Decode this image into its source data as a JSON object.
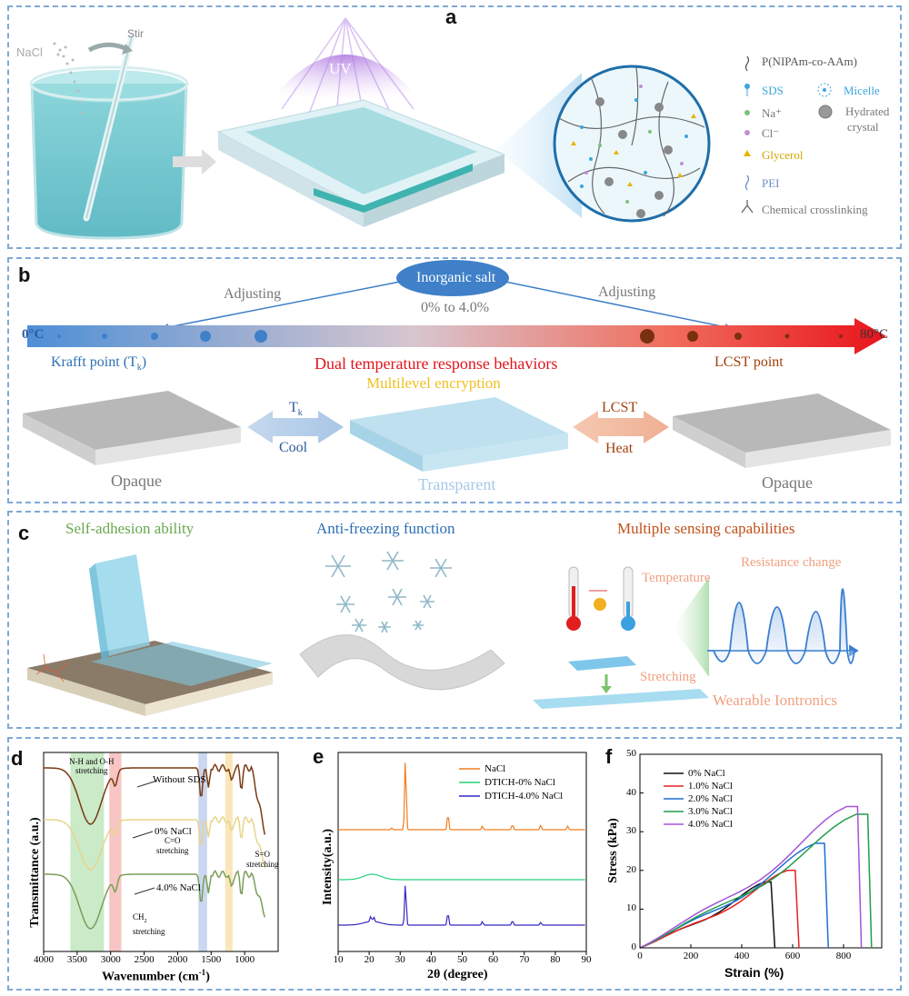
{
  "panel_a": {
    "label": "a",
    "nacl": "NaCl",
    "stir": "Stir",
    "uv": "UV",
    "legend": [
      {
        "text": "P(NIPAm-co-AAm)",
        "color": "#555555"
      },
      {
        "text": "SDS",
        "color": "#3aa6dd"
      },
      {
        "text": "Micelle",
        "color": "#3aa6dd"
      },
      {
        "text": "Na⁺",
        "color": "#777777"
      },
      {
        "text": "Hydrated",
        "color": "#777777"
      },
      {
        "text": "crystal",
        "color": "#777777"
      },
      {
        "text": "Cl⁻",
        "color": "#777777"
      },
      {
        "text": "Glycerol",
        "color": "#d4a500"
      },
      {
        "text": "PEI",
        "color": "#6a8fc0"
      },
      {
        "text": "Chemical crosslinking",
        "color": "#777777"
      }
    ]
  },
  "panel_b": {
    "label": "b",
    "salt": "Inorganic salt",
    "adjust_left": "Adjusting",
    "adjust_right": "Adjusting",
    "range": "0% to 4.0%",
    "t_start": "0°C",
    "t_end": "80°C",
    "krafft": "Krafft point (T",
    "krafft_sub": "k",
    "krafft_end": ")",
    "dual": "Dual temperature response behaviors",
    "lcst_point": "LCST point",
    "multilevel": "Multilevel encryption",
    "tk": "T",
    "tk_sub": "k",
    "cool": "Cool",
    "lcst": "LCST",
    "heat": "Heat",
    "opaque_left": "Opaque",
    "transparent": "Transparent",
    "opaque_right": "Opaque"
  },
  "panel_c": {
    "label": "c",
    "self_adhesion": "Self-adhesion ability",
    "anti_freezing": "Anti-freezing function",
    "multiple": "Multiple sensing capabilities",
    "temperature": "Temperature",
    "resistance": "Resistance change",
    "stretching": "Stretching",
    "wearable": "Wearable Iontronics"
  },
  "panel_d": {
    "label": "d",
    "ylabel": "Transmittance (a.u.)",
    "xlabel": "Wavenumber (cm",
    "xlabel_sup": "-1",
    "xlabel_end": ")",
    "xticks": [
      "4000",
      "3500",
      "3000",
      "2500",
      "2000",
      "1500",
      "1000"
    ],
    "nh_oh": "N-H and O-H",
    "nh_oh2": "stretching",
    "ch2": "CH",
    "ch2_sub": "2",
    "ch2_2": "stretching",
    "co": "C=O",
    "co2": "stretching",
    "so": "S=O",
    "so2": "stretching",
    "series": [
      "Without SDS",
      "0% NaCl",
      "4.0% NaCl"
    ]
  },
  "panel_e": {
    "label": "e",
    "ylabel": "Intensity(a.u.)",
    "xlabel": "2θ (degree)",
    "xticks": [
      "10",
      "20",
      "30",
      "40",
      "50",
      "60",
      "70",
      "80",
      "90"
    ],
    "legend": [
      "NaCl",
      "DTICH-0% NaCl",
      "DTICH-4.0% NaCl"
    ]
  },
  "panel_f": {
    "label": "f",
    "ylabel": "Stress (kPa)",
    "xlabel": "Strain (%)",
    "yticks": [
      "0",
      "10",
      "20",
      "30",
      "40",
      "50"
    ],
    "xticks": [
      "0",
      "200",
      "400",
      "600",
      "800"
    ],
    "legend": [
      "0% NaCl",
      "1.0% NaCl",
      "2.0% NaCl",
      "3.0% NaCl",
      "4.0% NaCl"
    ]
  },
  "chart_data": [
    {
      "type": "line",
      "xlabel": "Wavenumber (cm-1)",
      "ylabel": "Transmittance (a.u.)",
      "xlim": [
        4000,
        500
      ],
      "series": [
        {
          "name": "Without SDS",
          "color": "#7a3a12"
        },
        {
          "name": "0% NaCl",
          "color": "#e8d48a"
        },
        {
          "name": "4.0% NaCl",
          "color": "#7a9e5a"
        }
      ],
      "bands": [
        {
          "label": "N-H and O-H stretching",
          "range": [
            3600,
            3100
          ],
          "color": "#b8e3b5"
        },
        {
          "label": "CH2 stretching",
          "range": [
            3020,
            2840
          ],
          "color": "#f4b3b0"
        },
        {
          "label": "C=O stretching",
          "range": [
            1690,
            1560
          ],
          "color": "#b9c9ec"
        },
        {
          "label": "S=O stretching",
          "range": [
            1290,
            1180
          ],
          "color": "#f7dfa4"
        }
      ]
    },
    {
      "type": "line",
      "xlabel": "2θ (degree)",
      "ylabel": "Intensity(a.u.)",
      "xlim": [
        10,
        90
      ],
      "series": [
        {
          "name": "NaCl",
          "color": "#f07d20",
          "peaks": [
            27.3,
            31.7,
            45.4,
            56.5,
            66.2,
            75.3,
            84
          ]
        },
        {
          "name": "DTICH-0% NaCl",
          "color": "#28d17c",
          "peaks": [
            21.5
          ]
        },
        {
          "name": "DTICH-4.0% NaCl",
          "color": "#3328c4",
          "peaks": [
            20.5,
            21.5,
            31.7,
            45.4,
            56.5,
            66.2,
            75.3
          ]
        }
      ]
    },
    {
      "type": "line",
      "xlabel": "Strain (%)",
      "ylabel": "Stress (kPa)",
      "xlim": [
        0,
        950
      ],
      "ylim": [
        0,
        50
      ],
      "series": [
        {
          "name": "0% NaCl",
          "color": "#111111",
          "break_strain": 515,
          "max_stress": 17
        },
        {
          "name": "1.0% NaCl",
          "color": "#e52222",
          "break_strain": 610,
          "max_stress": 20
        },
        {
          "name": "2.0% NaCl",
          "color": "#1f6fd6",
          "break_strain": 725,
          "max_stress": 27
        },
        {
          "name": "3.0% NaCl",
          "color": "#1f9e4a",
          "break_strain": 895,
          "max_stress": 34.5
        },
        {
          "name": "4.0% NaCl",
          "color": "#a553d8",
          "break_strain": 855,
          "max_stress": 36.5
        }
      ]
    }
  ]
}
